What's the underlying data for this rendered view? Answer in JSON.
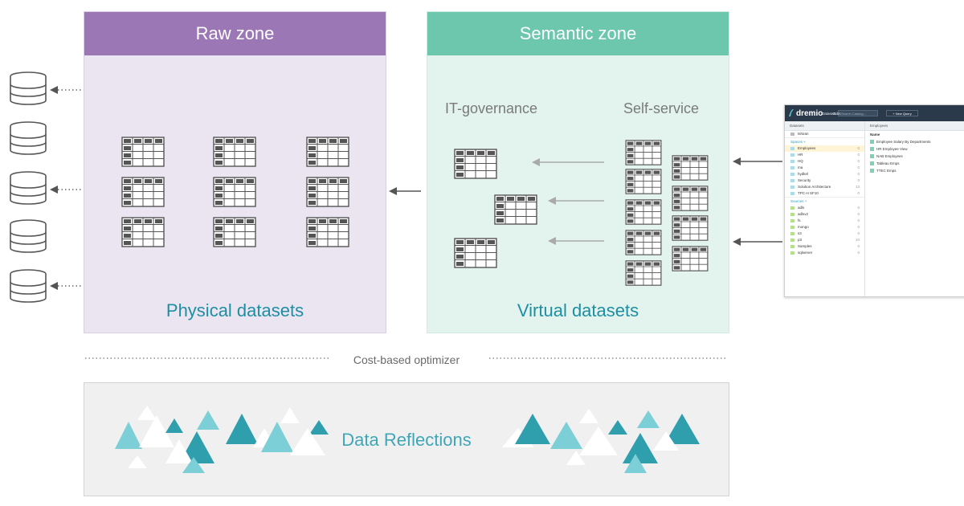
{
  "raw_zone": {
    "title": "Raw zone",
    "footer": "Physical datasets"
  },
  "semantic_zone": {
    "title": "Semantic zone",
    "left_label": "IT-governance",
    "right_label": "Self-service",
    "footer": "Virtual datasets"
  },
  "optimizer": {
    "label": "Cost-based optimizer"
  },
  "reflections": {
    "label": "Data Reflections"
  },
  "colors": {
    "raw_header": "#9c77b6",
    "raw_body": "#ebe4f1",
    "semantic_header": "#6cc7ad",
    "semantic_body": "#e3f4ef",
    "accent_text": "#1e8fa2",
    "triangle_dark": "#2f9fae",
    "triangle_light": "#7ccfd6"
  },
  "app": {
    "brand": "dremio",
    "nav": [
      "Datasets",
      "Jobs"
    ],
    "search_placeholder": "Search Catalog...",
    "new_query": "+ New Query",
    "left_header": "Datasets",
    "home": "tshiran",
    "spaces_label": "Spaces +",
    "spaces": [
      {
        "name": "Employees",
        "count": "0"
      },
      {
        "name": "HR",
        "count": "0"
      },
      {
        "name": "HQ",
        "count": "0"
      },
      {
        "name": "ma",
        "count": "0"
      },
      {
        "name": "hydkel",
        "count": "0"
      },
      {
        "name": "Security",
        "count": "0"
      },
      {
        "name": "Solution Architecture",
        "count": "13"
      },
      {
        "name": "TPC-H SF10",
        "count": "0"
      }
    ],
    "sources_label": "Sources +",
    "sources": [
      {
        "name": "adls",
        "count": "0"
      },
      {
        "name": "adlsv2",
        "count": "0"
      },
      {
        "name": "fs",
        "count": "0"
      },
      {
        "name": "mongo",
        "count": "0"
      },
      {
        "name": "s3",
        "count": "0"
      },
      {
        "name": "p3",
        "count": "10"
      },
      {
        "name": "Samples",
        "count": "0"
      },
      {
        "name": "sqlserver",
        "count": "0"
      }
    ],
    "right_header": "Employees",
    "name_column": "Name",
    "datasets": [
      "Employee Salary By Departments",
      "HR Employee View",
      "NAB Employees",
      "Tableau Emps",
      "TTEC Emps"
    ]
  }
}
